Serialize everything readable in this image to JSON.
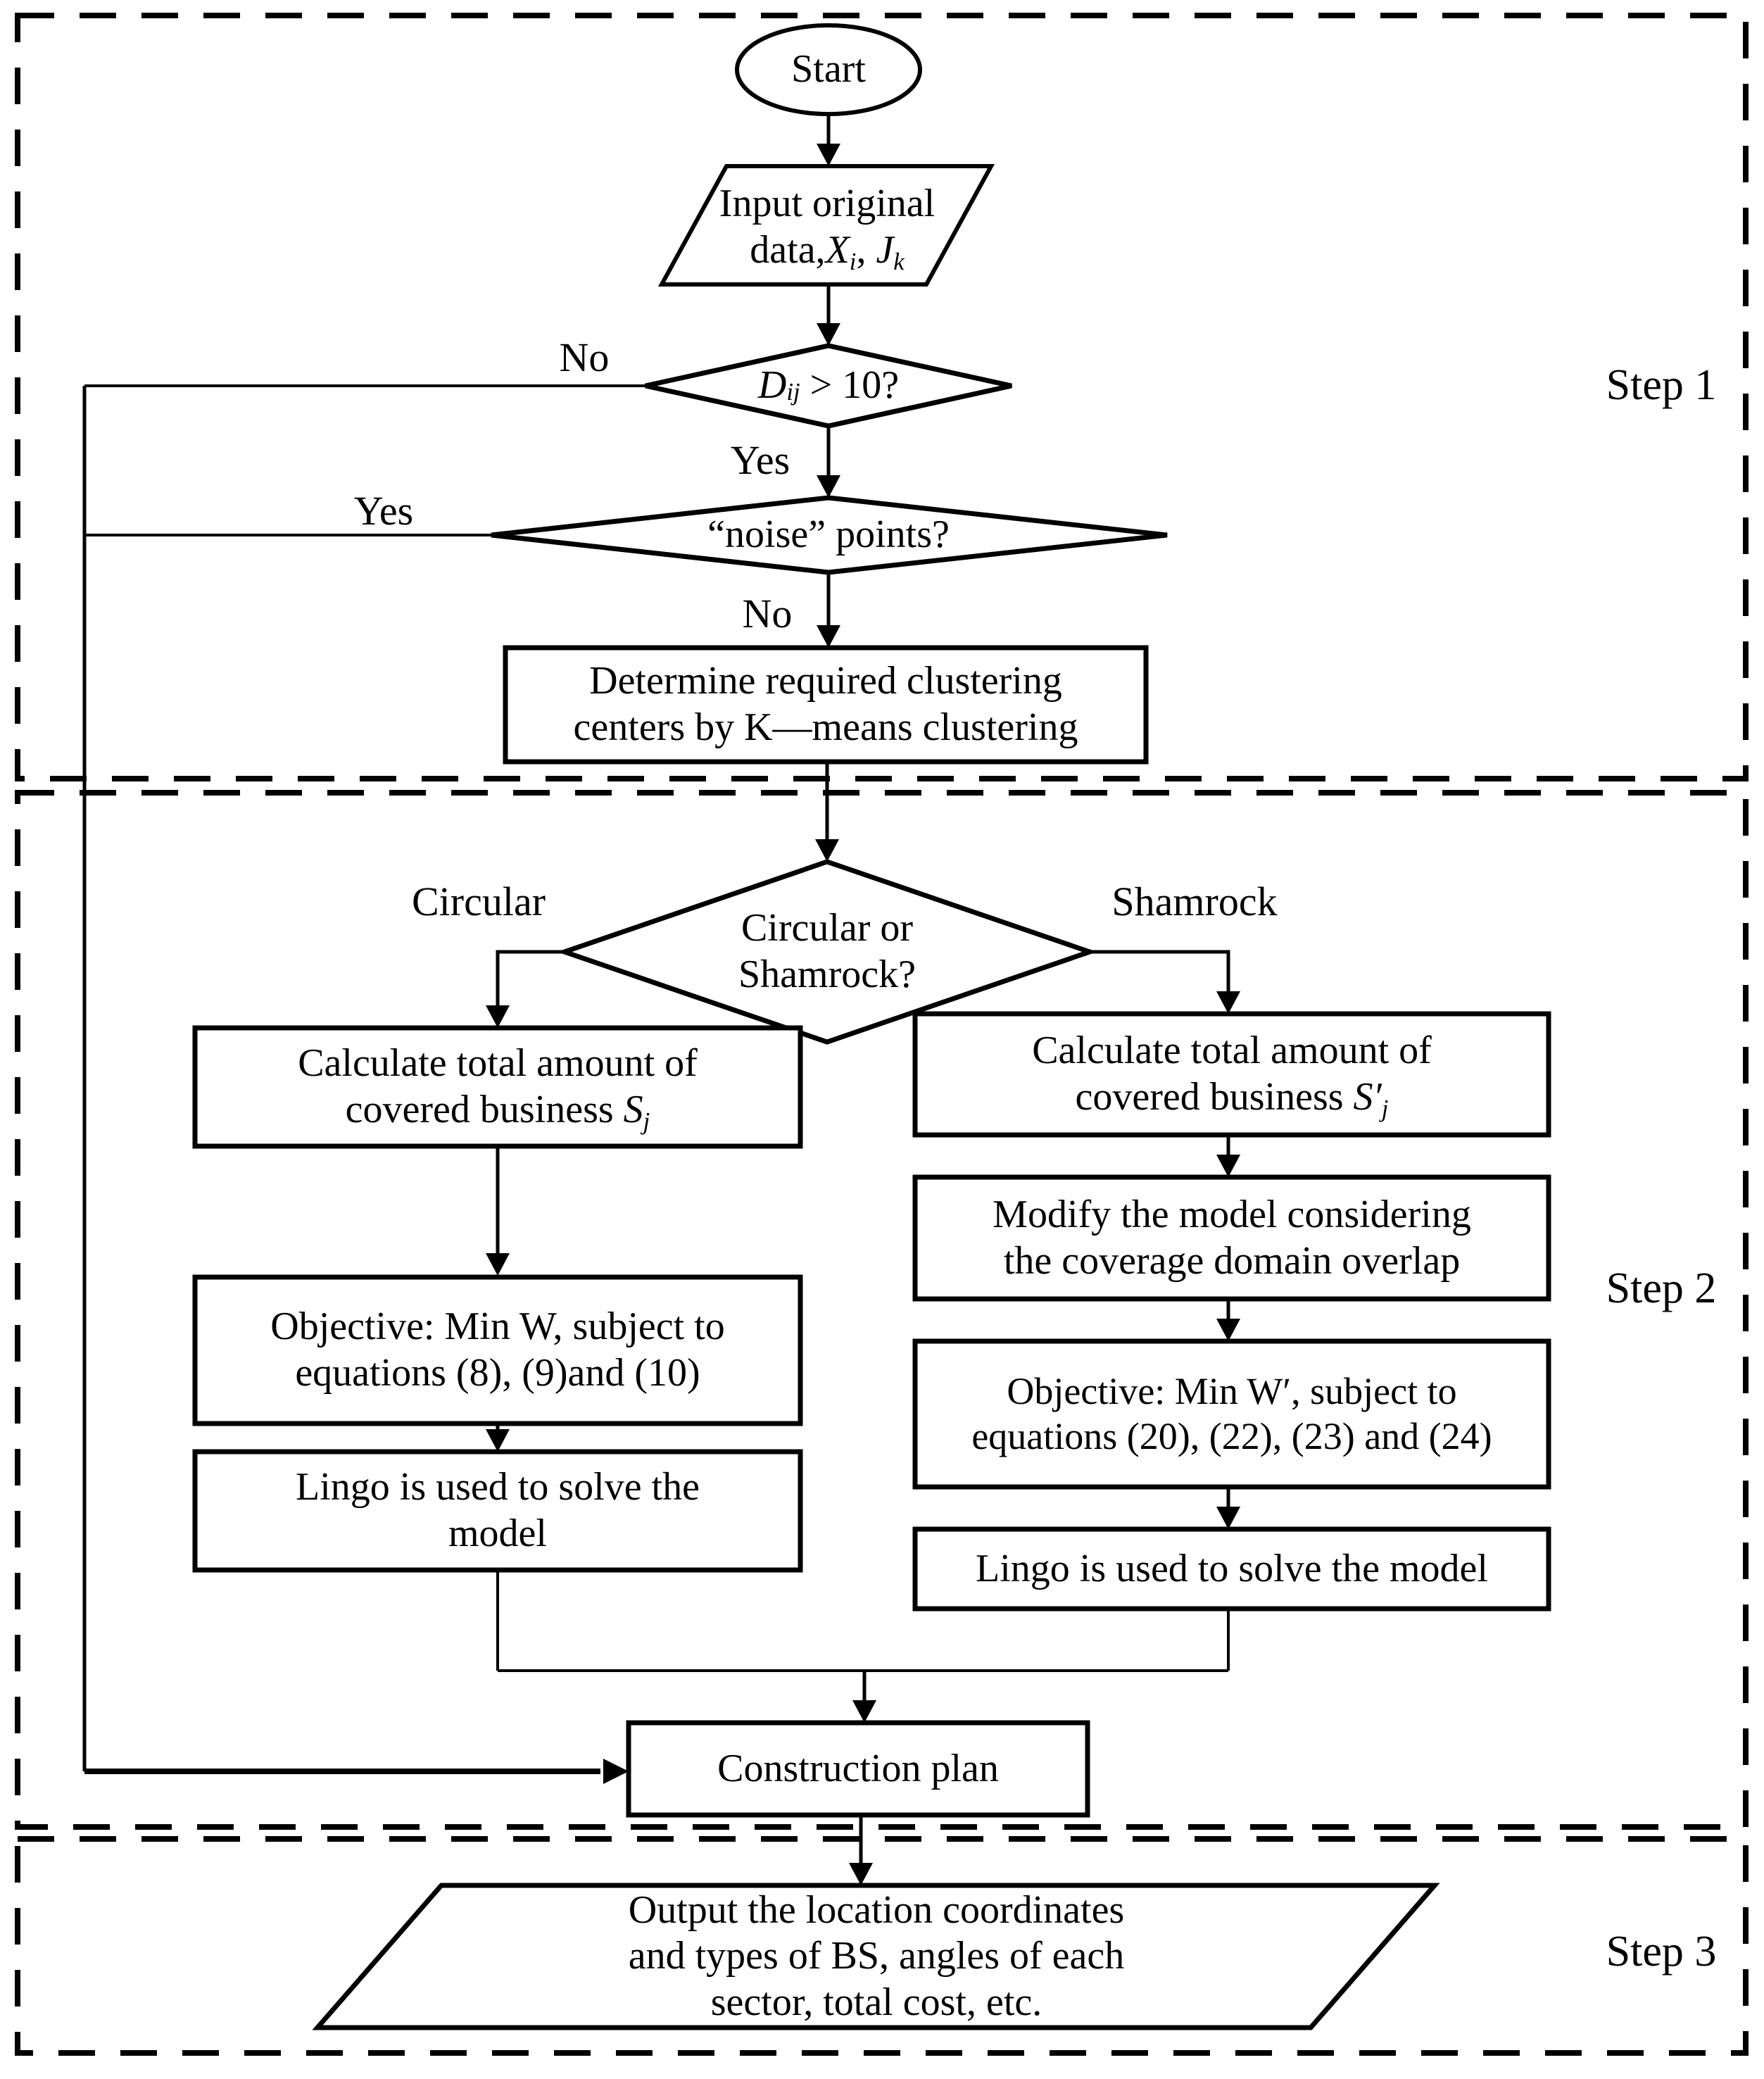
{
  "figure": {
    "type": "flowchart",
    "title": "BS location optimization procedure"
  },
  "colors": {
    "stroke": "#000000",
    "background": "#ffffff"
  },
  "steps": {
    "step1": "Step 1",
    "step2": "Step 2",
    "step3": "Step 3"
  },
  "edge_labels": {
    "no_dij": "No",
    "yes_dij": "Yes",
    "yes_noise": "Yes",
    "no_noise": "No",
    "circular": "Circular",
    "shamrock": "Shamrock"
  },
  "nodes": {
    "start": {
      "label": "Start"
    },
    "input": {
      "line1": "Input original",
      "line2": [
        {
          "t": "data,"
        },
        {
          "t": "X"
        },
        {
          "t": "i"
        },
        {
          "t": ", "
        },
        {
          "t": "J"
        },
        {
          "t": "k"
        }
      ]
    },
    "dij": {
      "parts": [
        {
          "t": "D"
        },
        {
          "t": "ij"
        },
        {
          "t": " > 10?"
        }
      ]
    },
    "noise": {
      "label": "“noise” points?"
    },
    "kmeans": {
      "line1": "Determine required clustering",
      "line2": "centers by K—means clustering"
    },
    "cs": {
      "line1": "Circular or",
      "line2": "Shamrock?"
    },
    "calc_circular": {
      "line1": "Calculate total amount of",
      "line2": [
        {
          "t": "covered business "
        },
        {
          "t": "S"
        },
        {
          "t": "j"
        }
      ]
    },
    "obj_circular": {
      "line1": "Objective: Min W, subject to",
      "line2": "equations (8), (9)and (10)"
    },
    "lingo_circular": {
      "line1": "Lingo is used to solve the",
      "line2": "model"
    },
    "calc_shamrock": {
      "line1": "Calculate total amount of",
      "line2": [
        {
          "t": "covered business "
        },
        {
          "t": "S′"
        },
        {
          "t": "j"
        }
      ]
    },
    "modify_shamrock": {
      "line1": "Modify the model considering",
      "line2": "the coverage domain overlap"
    },
    "obj_shamrock": {
      "line1": "Objective: Min W′, subject to",
      "line2": "equations (20), (22), (23) and (24)"
    },
    "lingo_shamrock": {
      "label": "Lingo is used to solve the model"
    },
    "construction": {
      "label": "Construction plan"
    },
    "output": {
      "line1": "Output the location coordinates",
      "line2": "and types of BS, angles of each",
      "line3": "sector, total cost, etc."
    }
  }
}
